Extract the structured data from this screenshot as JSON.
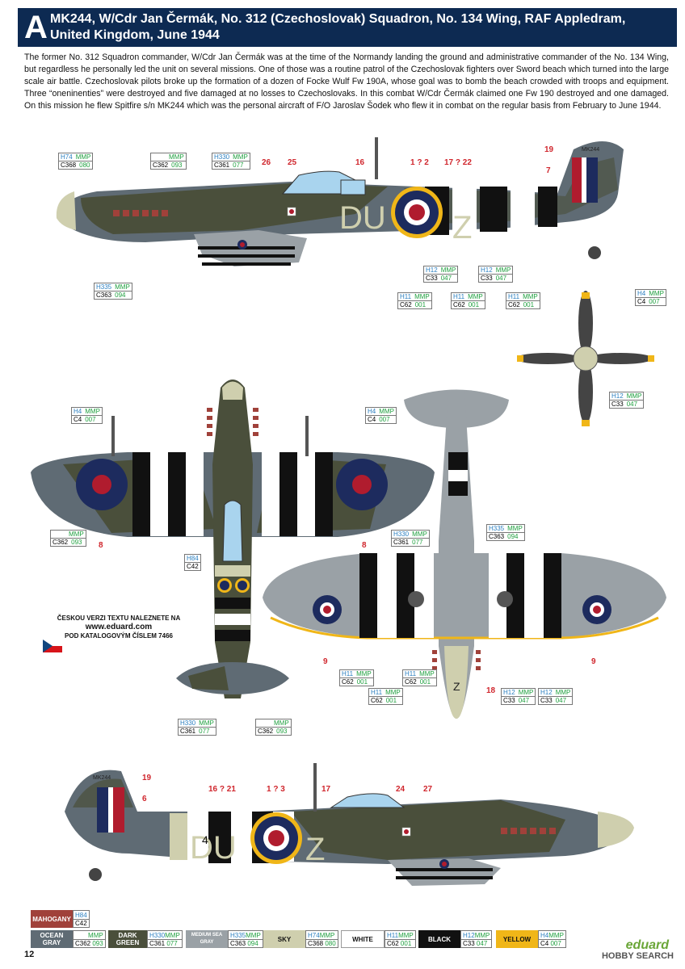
{
  "header": {
    "letter": "A",
    "title": "MK244, W/Cdr Jan Čermák, No. 312 (Czechoslovak) Squadron, No. 134 Wing, RAF Appledram, United Kingdom, June 1944"
  },
  "description": "The former No. 312 Squadron commander, W/Cdr Jan Čermák was at the time of the Normandy landing the ground and administrative commander of the No. 134 Wing, but regardless he personally led the unit on several missions. One of those was a routine patrol of the Czechoslovak fighters over Sword beach which turned into the large scale air battle. Czechoslovak pilots broke up the formation of a dozen of Focke Wulf Fw 190A, whose goal was to bomb the beach crowded with troops and equipment. Three “oneninenties” were destroyed and five damaged at no losses to Czechoslovaks. In this combat W/Cdr Čermák claimed one Fw 190 destroyed and one damaged. On this mission he flew Spitfire s/n MK244 which was the personal aircraft of F/O Jaroslav Šodek who flew it in combat on the regular basis from February to June 1944.",
  "codes": {
    "h74": {
      "h": "H74",
      "m": "MMP",
      "c": "C368",
      "n": "080"
    },
    "c362a": {
      "h": "",
      "m": "MMP",
      "c": "C362",
      "n": "093"
    },
    "h330a": {
      "h": "H330",
      "m": "MMP",
      "c": "C361",
      "n": "077"
    },
    "h335a": {
      "h": "H335",
      "m": "MMP",
      "c": "C363",
      "n": "094"
    },
    "h12a": {
      "h": "H12",
      "m": "MMP",
      "c": "C33",
      "n": "047"
    },
    "h12b": {
      "h": "H12",
      "m": "MMP",
      "c": "C33",
      "n": "047"
    },
    "h11a": {
      "h": "H11",
      "m": "MMP",
      "c": "C62",
      "n": "001"
    },
    "h11b": {
      "h": "H11",
      "m": "MMP",
      "c": "C62",
      "n": "001"
    },
    "h11c": {
      "h": "H11",
      "m": "MMP",
      "c": "C62",
      "n": "001"
    },
    "h4prop": {
      "h": "H4",
      "m": "MMP",
      "c": "C4",
      "n": "007"
    },
    "h12prop": {
      "h": "H12",
      "m": "MMP",
      "c": "C33",
      "n": "047"
    },
    "h4wl": {
      "h": "H4",
      "m": "MMP",
      "c": "C4",
      "n": "007"
    },
    "h4wr": {
      "h": "H4",
      "m": "MMP",
      "c": "C4",
      "n": "007"
    },
    "c362b": {
      "h": "",
      "m": "MMP",
      "c": "C362",
      "n": "093"
    },
    "h84": {
      "h": "H84",
      "m": "",
      "c": "C42",
      "n": ""
    },
    "h330b": {
      "h": "H330",
      "m": "MMP",
      "c": "C361",
      "n": "077"
    },
    "h330c": {
      "h": "H330",
      "m": "MMP",
      "c": "C361",
      "n": "077"
    },
    "c362c": {
      "h": "",
      "m": "MMP",
      "c": "C362",
      "n": "093"
    },
    "h335b": {
      "h": "H335",
      "m": "MMP",
      "c": "C363",
      "n": "094"
    },
    "h11d": {
      "h": "H11",
      "m": "MMP",
      "c": "C62",
      "n": "001"
    },
    "h11e": {
      "h": "H11",
      "m": "MMP",
      "c": "C62",
      "n": "001"
    },
    "h11f": {
      "h": "H11",
      "m": "MMP",
      "c": "C62",
      "n": "001"
    },
    "h12c": {
      "h": "H12",
      "m": "MMP",
      "c": "C33",
      "n": "047"
    },
    "h12d": {
      "h": "H12",
      "m": "MMP",
      "c": "C33",
      "n": "047"
    }
  },
  "numbers": {
    "n26": "26",
    "n25": "25",
    "n16": "16",
    "n1_2": "1 ? 2",
    "n17_22": "17 ? 22",
    "n19a": "19",
    "n7": "7",
    "n8a": "8",
    "n8b": "8",
    "n9a": "9",
    "n9b": "9",
    "n18": "18",
    "n19b": "19",
    "n6": "6",
    "n16_21": "16 ? 21",
    "n1_3": "1 ? 3",
    "n17": "17",
    "n24": "24",
    "n27": "27"
  },
  "aircraft": {
    "codes_left": "DU",
    "code_right": "Z",
    "serial": "MK244",
    "under_letter": "Z",
    "fuselage_num": "4"
  },
  "czech_note": {
    "line1": "ČESKOU VERZI TEXTU NALEZNETE NA",
    "url": "www.eduard.com",
    "line2": "POD KATALOGOVÝM ČÍSLEM 7466"
  },
  "legend": [
    {
      "name": "MAHOGANY",
      "color": "#a0413a",
      "h": "H84",
      "m": "",
      "c": "C42",
      "n": ""
    },
    {
      "name": "OCEAN GRAY",
      "color": "#5f6b74",
      "h": "",
      "m": "MMP",
      "c": "C362",
      "n": "093"
    },
    {
      "name": "DARK GREEN",
      "color": "#4a4f3b",
      "h": "H330",
      "m": "MMP",
      "c": "C361",
      "n": "077"
    },
    {
      "name": "MEDIUM SEA GRAY",
      "color": "#9aa1a6",
      "h": "H335",
      "m": "MMP",
      "c": "C363",
      "n": "094"
    },
    {
      "name": "SKY",
      "color": "#cfcfae",
      "h": "H74",
      "m": "MMP",
      "c": "C368",
      "n": "080"
    },
    {
      "name": "WHITE",
      "color": "#ffffff",
      "h": "H11",
      "m": "MMP",
      "c": "C62",
      "n": "001"
    },
    {
      "name": "BLACK",
      "color": "#111111",
      "h": "H12",
      "m": "MMP",
      "c": "C33",
      "n": "047"
    },
    {
      "name": "YELLOW",
      "color": "#f0b618",
      "h": "H4",
      "m": "MMP",
      "c": "C4",
      "n": "007"
    }
  ],
  "page_number": "12",
  "logo": "eduard",
  "watermark": "HOBBY SEARCH",
  "colors": {
    "header_bg": "#0d2a52",
    "ocean_gray": "#5f6b74",
    "dark_green": "#4a4f3b",
    "medium_sea_gray": "#9aa1a6",
    "sky": "#cfcfae",
    "roundel_blue": "#1d2b5e",
    "roundel_red": "#b01c2e",
    "yellow": "#f0b618",
    "canopy": "#a9d4ee"
  }
}
